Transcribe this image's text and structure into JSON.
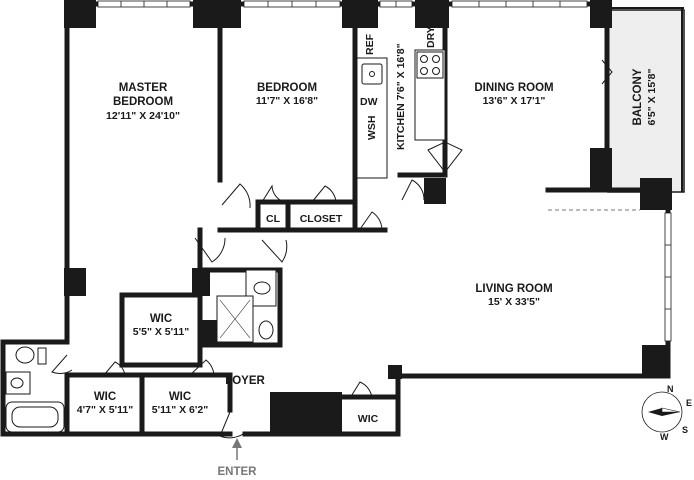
{
  "rooms": {
    "master_bedroom": {
      "name_line1": "MASTER",
      "name_line2": "BEDROOM",
      "dimensions": "12'11\" X 24'10\""
    },
    "bedroom": {
      "name": "BEDROOM",
      "dimensions": "11'7\" X 16'8\""
    },
    "kitchen": {
      "label": "KITCHEN 7'6\" X 16'8\""
    },
    "dining_room": {
      "name": "DINING ROOM",
      "dimensions": "13'6\" X 17'1\""
    },
    "balcony": {
      "name": "BALCONY",
      "dimensions": "6'5\" X 15'8\""
    },
    "living_room": {
      "name": "LIVING ROOM",
      "dimensions": "15' X 33'5\""
    },
    "wic_1": {
      "name": "WIC",
      "dimensions": "5'5\" X 5'11\""
    },
    "wic_2": {
      "name": "WIC",
      "dimensions": "4'7\" X 5'11\""
    },
    "wic_3": {
      "name": "WIC",
      "dimensions": "5'11\" X 6'2\""
    },
    "wic_4": {
      "name": "WIC"
    },
    "foyer": {
      "name": "FOYER"
    },
    "cl": {
      "name": "CL"
    },
    "closet": {
      "name": "CLOSET"
    }
  },
  "appliances": {
    "ref": "REF",
    "dw": "DW",
    "wsh": "WSH",
    "dry": "DRY"
  },
  "entry": {
    "label": "ENTER"
  },
  "compass": {
    "n": "N",
    "e": "E",
    "s": "S",
    "w": "W"
  },
  "colors": {
    "wall": "#1a1a1a",
    "window": "#ffffff",
    "balcony_fill": "#eeeeee",
    "background": "#ffffff"
  }
}
